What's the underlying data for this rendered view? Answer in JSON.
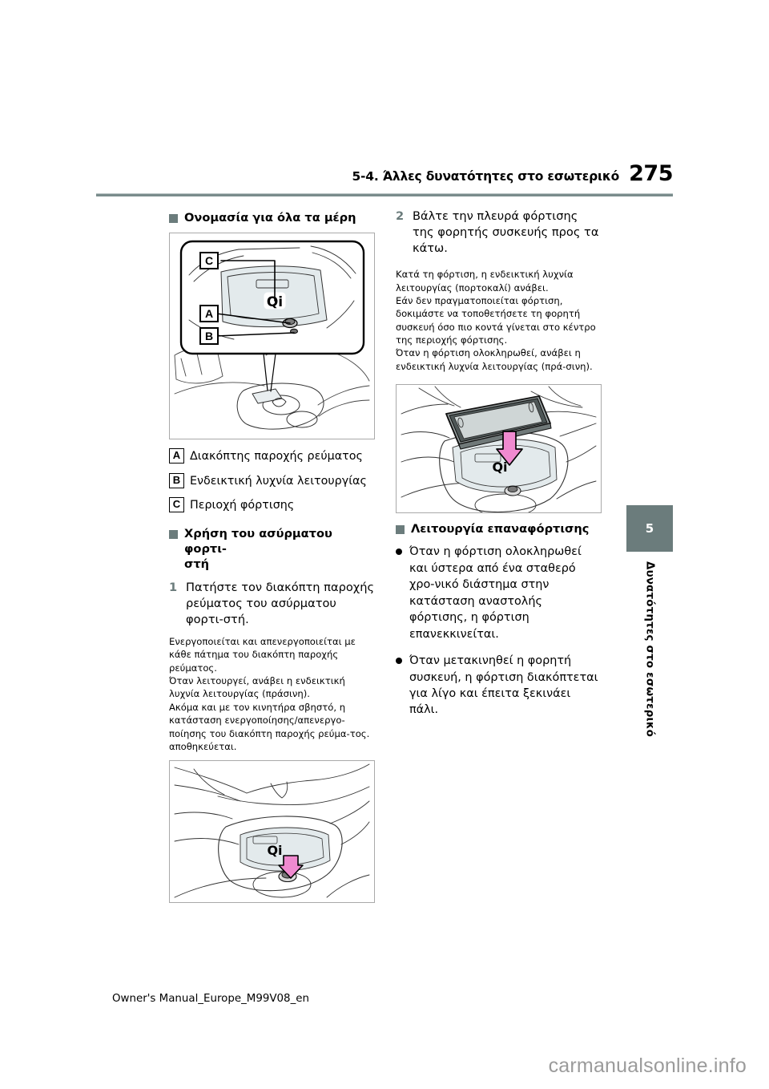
{
  "header": {
    "chapter_title": "5-4. Άλλες δυνατότητες στο εσωτερικό",
    "page_number": "275"
  },
  "side_tab": {
    "number": "5",
    "label": "Δυνατότητες στο εσωτερικό",
    "color": "#6b7c7c"
  },
  "left_column": {
    "section1_heading": "Ονομασία για όλα τα μέρη",
    "legend": [
      {
        "key": "A",
        "text": "Διακόπτης παροχής ρεύματος"
      },
      {
        "key": "B",
        "text": "Ενδεικτική λυχνία λειτουργίας"
      },
      {
        "key": "C",
        "text": "Περιοχή φόρτισης"
      }
    ],
    "section2_heading": "Χρήση του ασύρματου φορτι-\nστή",
    "step1_number": "1",
    "step1_text": "Πατήστε τον διακόπτη παροχής ρεύματος του ασύρματου φορτι-στή.",
    "note1": "Ενεργοποιείται και απενεργοποιείται με κάθε πάτημα του διακόπτη παροχής ρεύματος.\nΌταν λειτουργεί, ανάβει η ενδεικτική λυχνία λειτουργίας (πράσινη).\nΑκόμα και με τον κινητήρα σβηστό, η κατάσταση ενεργοποίησης/απενεργο-ποίησης του διακόπτη παροχής ρεύμα-τος. αποθηκεύεται."
  },
  "right_column": {
    "step2_number": "2",
    "step2_text": "Βάλτε την πλευρά φόρτισης της φορητής συσκευής προς τα κάτω.",
    "note2": "Κατά τη φόρτιση, η ενδεικτική λυχνία λειτουργίας (πορτοκαλί) ανάβει.\nΕάν δεν πραγματοποιείται φόρτιση, δοκιμάστε να τοποθετήσετε τη φορητή συσκευή όσο πιο κοντά γίνεται στο κέντρο της περιοχής φόρτισης.\nΌταν η φόρτιση ολοκληρωθεί, ανάβει η ενδεικτική λυχνία λειτουργίας (πρά-σινη).",
    "section3_heading": "Λειτουργία επαναφόρτισης",
    "bullets": [
      "Όταν η φόρτιση ολοκληρωθεί και ύστερα από ένα σταθερό χρο-νικό διάστημα στην κατάσταση αναστολής φόρτισης, η φόρτιση επανεκκινείται.",
      "Όταν μετακινηθεί η φορητή συσκευή, η φόρτιση διακόπτεται για λίγο και έπειτα ξεκινάει πάλι."
    ]
  },
  "figures": {
    "fig1_alt": "console-wireless-charger-callout-diagram",
    "fig2_alt": "smartphone-placed-on-charging-pad-diagram",
    "fig3_alt": "press-power-switch-diagram"
  },
  "footer": {
    "text": "Owner's Manual_Europe_M99V08_en"
  },
  "watermark": {
    "text": "carmanualsonline.info"
  }
}
